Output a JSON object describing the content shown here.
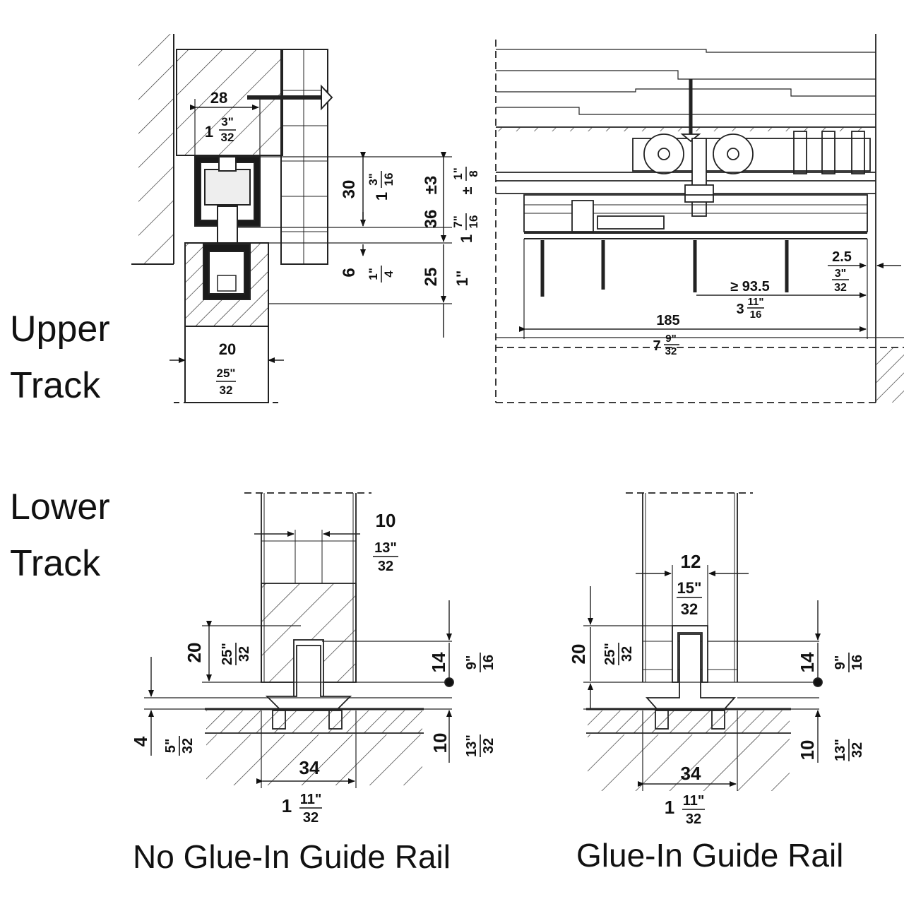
{
  "sections": {
    "upper": {
      "line1": "Upper",
      "line2": "Track"
    },
    "lower": {
      "line1": "Lower",
      "line2": "Track"
    }
  },
  "captions": {
    "left": "No Glue-In Guide Rail",
    "right": "Glue-In Guide Rail"
  },
  "upper_side": {
    "d28": "28",
    "d28_whole": "1",
    "d28_num": "3\"",
    "d28_den": "32",
    "d30": "30",
    "d30_whole": "1",
    "d30_num": "3\"",
    "d30_den": "16",
    "d36": "36",
    "d36_whole": "1",
    "d36_num": "7\"",
    "d36_den": "16",
    "tol_mm": "±3",
    "tol_num": "1\"",
    "tol_den": "8",
    "tol_sign": "±",
    "d6": "6",
    "d6_num": "1\"",
    "d6_den": "4",
    "d25": "25",
    "d25_in": "1\"",
    "d20": "20",
    "d20_num": "25\"",
    "d20_den": "32"
  },
  "upper_front": {
    "d25": "2.5",
    "d25_num": "3\"",
    "d25_den": "32",
    "d935": "≥ 93.5",
    "d935_whole": "3",
    "d935_num": "11\"",
    "d935_den": "16",
    "d185": "185",
    "d185_whole": "7",
    "d185_num": "9\"",
    "d185_den": "32"
  },
  "lower_left": {
    "d10": "10",
    "d10_num": "13\"",
    "d10_den": "32",
    "d20": "20",
    "d20_num": "25\"",
    "d20_den": "32",
    "d14": "14",
    "d14_num": "9\"",
    "d14_den": "16",
    "d4": "4",
    "d4_num": "5\"",
    "d4_den": "32",
    "d10b": "10",
    "d10b_num": "13\"",
    "d10b_den": "32",
    "d34": "34",
    "d34_whole": "1",
    "d34_num": "11\"",
    "d34_den": "32"
  },
  "lower_right": {
    "d12": "12",
    "d12_num": "15\"",
    "d12_den": "32",
    "d20": "20",
    "d20_num": "25\"",
    "d20_den": "32",
    "d14": "14",
    "d14_num": "9\"",
    "d14_den": "16",
    "d10": "10",
    "d10_num": "13\"",
    "d10_den": "32",
    "d34": "34",
    "d34_whole": "1",
    "d34_num": "11\"",
    "d34_den": "32"
  }
}
